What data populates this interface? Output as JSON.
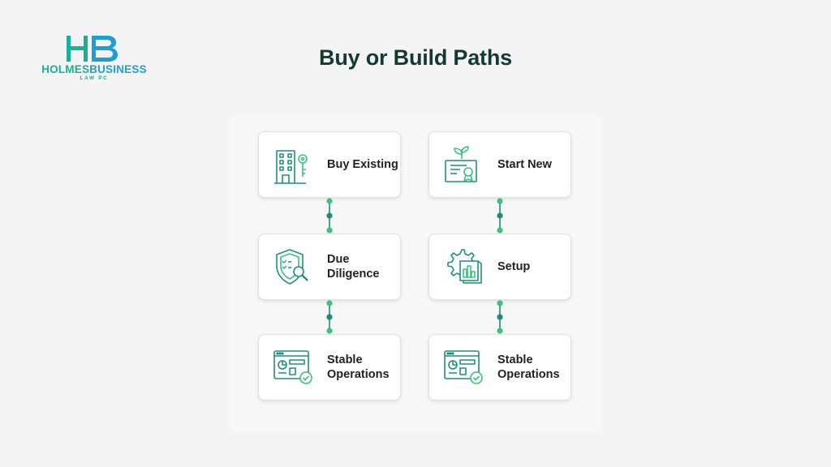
{
  "logo": {
    "monogram": "HB",
    "name_part1": "HOLMES",
    "name_part2": "BUSINESS",
    "subtitle": "LAW PC"
  },
  "title": "Buy or Build Paths",
  "colors": {
    "brand_green": "#17b197",
    "brand_blue": "#1e9fd3",
    "icon_teal": "#1f8f7f",
    "connector_teal": "#1d8a7c",
    "connector_dot": "#3cc17d",
    "title_color": "#123a33"
  },
  "paths": [
    {
      "name": "buy",
      "steps": [
        {
          "label_lines": [
            "Buy Existing"
          ],
          "icon": "building-key-icon"
        },
        {
          "label_lines": [
            "Due",
            "Diligence"
          ],
          "icon": "shield-magnifier-icon"
        },
        {
          "label_lines": [
            "Stable",
            "Operations"
          ],
          "icon": "dashboard-check-icon"
        }
      ]
    },
    {
      "name": "build",
      "steps": [
        {
          "label_lines": [
            "Start New"
          ],
          "icon": "sprout-certificate-icon"
        },
        {
          "label_lines": [
            "Setup"
          ],
          "icon": "gear-blueprint-icon"
        },
        {
          "label_lines": [
            "Stable",
            "Operations"
          ],
          "icon": "dashboard-check-icon"
        }
      ]
    }
  ]
}
